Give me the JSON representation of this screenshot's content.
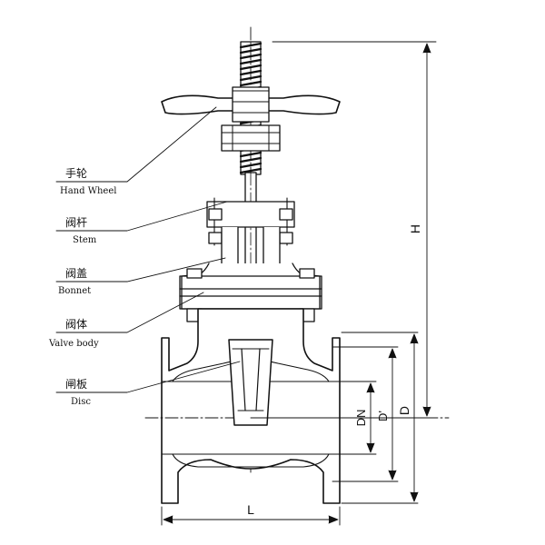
{
  "callouts": {
    "hand_wheel": {
      "cn": "手轮",
      "en": "Hand Wheel"
    },
    "stem": {
      "cn": "阀杆",
      "en": "Stem"
    },
    "bonnet": {
      "cn": "阀盖",
      "en": "Bonnet"
    },
    "valve_body": {
      "cn": "阀体",
      "en": "Valve body"
    },
    "disc": {
      "cn": "闸板",
      "en": "Disc"
    }
  },
  "dimensions": {
    "height": "H",
    "length": "L",
    "nominal_diameter": "DN",
    "bolt_circle": "D'",
    "flange_diameter": "D"
  },
  "colors": {
    "line": "#111111",
    "background": "#ffffff"
  }
}
